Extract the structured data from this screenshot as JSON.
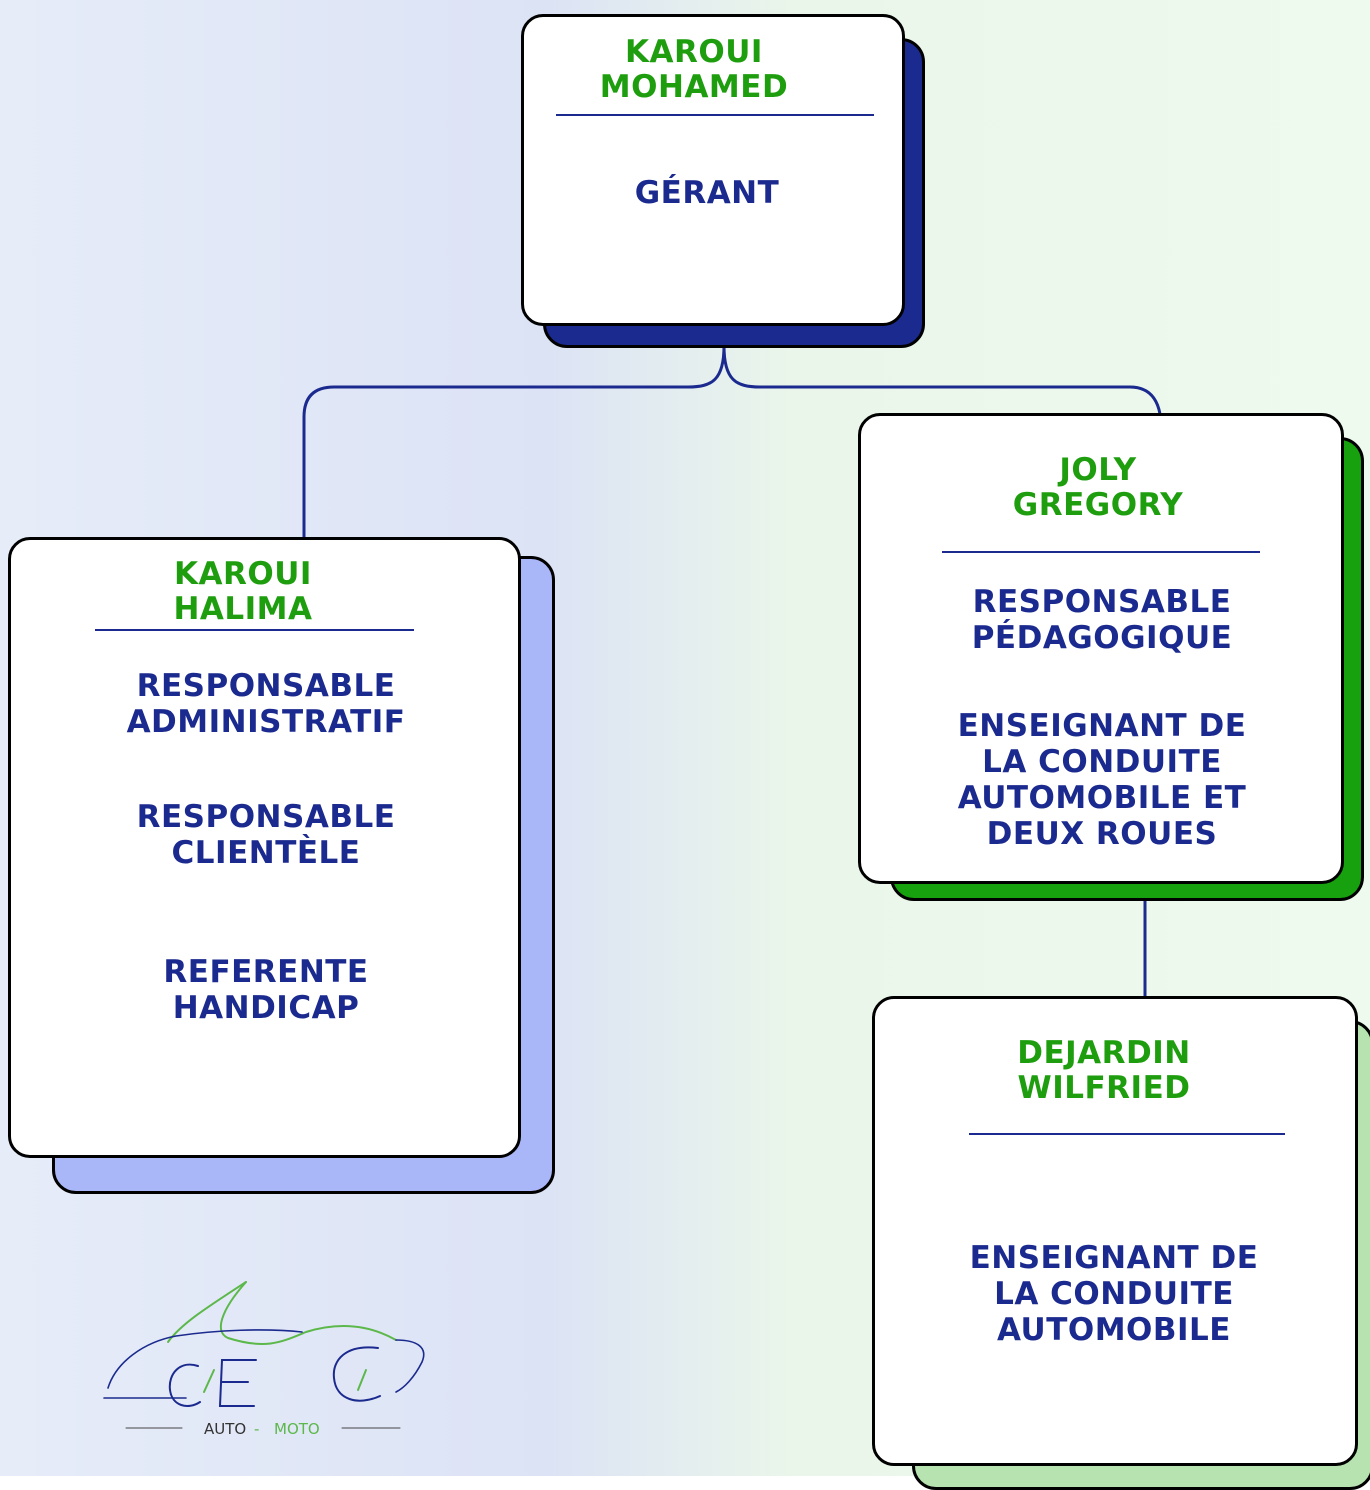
{
  "nodes": {
    "gerant": {
      "name_line1": "KAROUI",
      "name_line2": "MOHAMED",
      "roles": [
        {
          "lines": [
            "GÉRANT"
          ]
        }
      ]
    },
    "halima": {
      "name_line1": "KAROUI",
      "name_line2": "HALIMA",
      "roles": [
        {
          "lines": [
            "RESPONSABLE",
            "ADMINISTRATIF"
          ]
        },
        {
          "lines": [
            "RESPONSABLE",
            "CLIENTÈLE"
          ]
        },
        {
          "lines": [
            "REFERENTE",
            "HANDICAP"
          ]
        }
      ]
    },
    "gregory": {
      "name_line1": "JOLY",
      "name_line2": "GREGORY",
      "roles": [
        {
          "lines": [
            "RESPONSABLE",
            "PÉDAGOGIQUE"
          ]
        },
        {
          "lines": [
            "ENSEIGNANT DE",
            "LA CONDUITE",
            "AUTOMOBILE ET",
            "DEUX ROUES"
          ]
        }
      ]
    },
    "wilfried": {
      "name_line1": "DEJARDIN",
      "name_line2": "WILFRIED",
      "roles": [
        {
          "lines": [
            "ENSEIGNANT DE",
            "LA CONDUITE",
            "AUTOMOBILE"
          ]
        }
      ]
    }
  },
  "logo": {
    "mark": "CEC",
    "word1": "AUTO",
    "word2": "MOTO"
  },
  "colors": {
    "name_green": "#1e9e0e",
    "role_blue": "#1b2a8e",
    "shadow_gerant": "#1b2a8e",
    "shadow_halima": "#a9b6f7",
    "shadow_gregory": "#17a10f",
    "shadow_wilfried": "#b7e3b0",
    "connector": "#1b2a8e"
  }
}
